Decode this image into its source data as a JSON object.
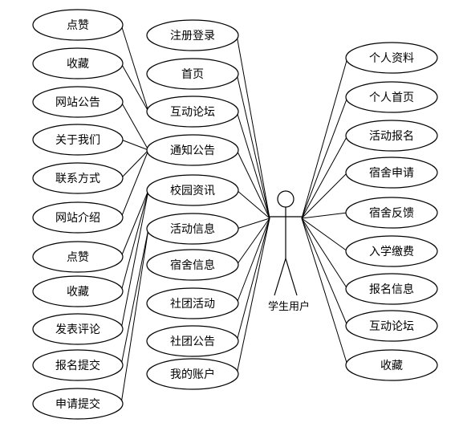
{
  "actor": {
    "label": "学生用户"
  },
  "left_column": [
    "点赞",
    "收藏",
    "网站公告",
    "关于我们",
    "联系方式",
    "网站介绍",
    "点赞",
    "收藏",
    "发表评论",
    "报名提交",
    "申请提交"
  ],
  "middle_column": [
    "注册登录",
    "首页",
    "互动论坛",
    "通知公告",
    "校园资讯",
    "活动信息",
    "宿舍信息",
    "社团活动",
    "社团公告",
    "我的账户"
  ],
  "right_column": [
    "个人资料",
    "个人首页",
    "活动报名",
    "宿舍申请",
    "宿舍反馈",
    "入学缴费",
    "报名信息",
    "互动论坛",
    "收藏"
  ]
}
